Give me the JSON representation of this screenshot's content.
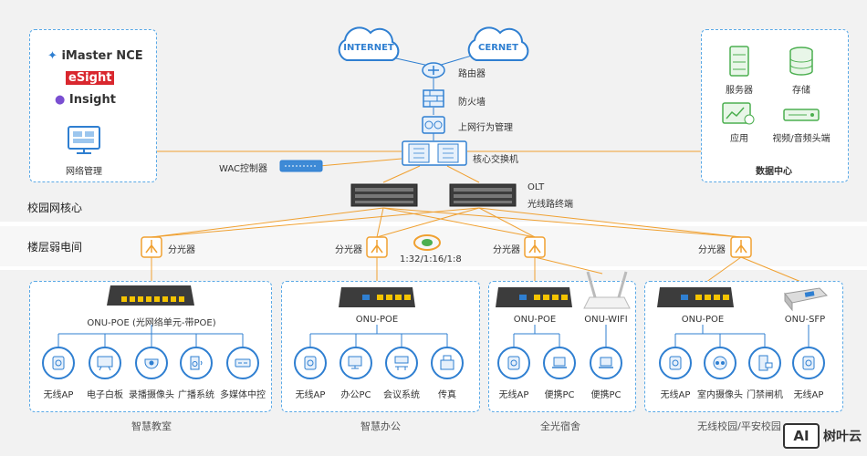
{
  "sections": {
    "core": "校园网核心",
    "floor": "楼层弱电间"
  },
  "clouds": {
    "internet": "INTERNET",
    "cernet": "CERNET"
  },
  "core_devices": {
    "router": "路由器",
    "firewall": "防火墙",
    "behavior": "上网行为管理",
    "core_switch": "核心交换机",
    "wac": "WAC控制器",
    "olt": "OLT",
    "olt_desc": "光线路终端",
    "split_ratio": "1:32/1:16/1:8"
  },
  "mgmt": {
    "logos": [
      "iMaster NCE",
      "eSight",
      "Insight"
    ],
    "label": "网络管理"
  },
  "datacenter": {
    "title": "数据中心",
    "items": [
      "服务器",
      "存储",
      "应用",
      "视频/音频头端"
    ]
  },
  "splitter_label": "分光器",
  "zones": [
    {
      "name": "智慧教室",
      "onu": [
        "ONU-POE (光网络单元-带POE)"
      ],
      "endpoints": [
        "无线AP",
        "电子白板",
        "录播摄像头",
        "广播系统",
        "多媒体中控"
      ]
    },
    {
      "name": "智慧办公",
      "onu": [
        "ONU-POE"
      ],
      "endpoints": [
        "无线AP",
        "办公PC",
        "会议系统",
        "传真"
      ]
    },
    {
      "name": "全光宿舍",
      "onu": [
        "ONU-POE",
        "ONU-WIFI"
      ],
      "endpoints": [
        "无线AP",
        "便携PC",
        "便携PC"
      ]
    },
    {
      "name": "无线校园/平安校园",
      "onu": [
        "ONU-POE",
        "ONU-SFP"
      ],
      "endpoints": [
        "无线AP",
        "室内摄像头",
        "门禁闸机",
        "无线AP"
      ]
    }
  ],
  "watermark": {
    "badge": "AI",
    "text": "树叶云"
  },
  "colors": {
    "accent_blue": "#2f7fd1",
    "fiber_orange": "#f0a030",
    "dash_blue": "#5aa9e6"
  }
}
